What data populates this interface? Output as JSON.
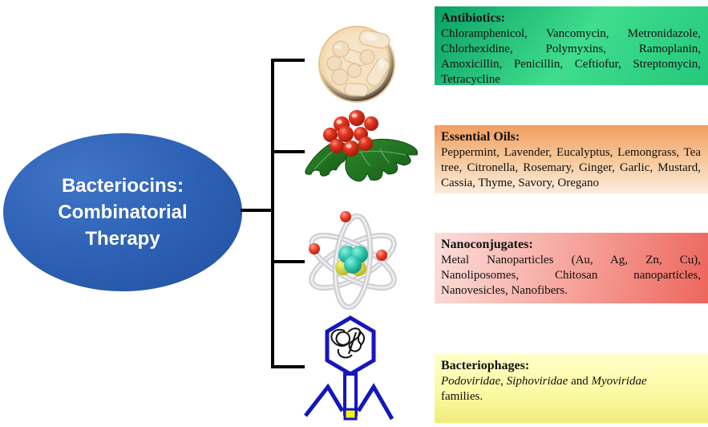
{
  "figure": {
    "type": "concept-diagram",
    "background_color": "#ffffff",
    "connector_color": "#000000"
  },
  "center": {
    "line1": "Bacteriocins:",
    "line2": "Combinatorial",
    "line3": "Therapy",
    "fill_color": "#2e63b7",
    "text_color": "#ffffff"
  },
  "boxes": {
    "antibiotics": {
      "title": "Antibiotics:",
      "body": "Chloramphenicol, Vancomycin, Metronidazole, Chlorhexidine, Polymyxins, Ramoplanin, Amoxicillin, Penicillin, Ceftiofur, Streptomycin, Tetracycline",
      "color_start": "#0aa066",
      "color_end": "#25c77b",
      "icon": "pills-dish-icon"
    },
    "essential_oils": {
      "title": "Essential Oils:",
      "body": "Peppermint, Lavender, Eucalyptus, Lemongrass, Tea tree, Citronella, Rosemary, Ginger, Garlic, Mustard, Cassia, Thyme, Savory, Oregano",
      "color_start": "#f19e61",
      "color_end": "#fcecdc",
      "icon": "berries-leaves-icon"
    },
    "nanoconjugates": {
      "title": "Nanoconjugates:",
      "body": "Metal Nanoparticles (Au, Ag, Zn, Cu), Nanoliposomes, Chitosan nanoparticles, Nanovesicles, Nanofibers.",
      "color_start": "#fcdeda",
      "color_end": "#ec665d",
      "icon": "atom-icon"
    },
    "bacteriophages": {
      "title": "Bacteriophages:",
      "body_italic_1": "Podoviridae",
      "body_sep_1": ", ",
      "body_italic_2": "Siphoviridae",
      "body_sep_2": " and ",
      "body_italic_3": "Myoviridae",
      "body_line2": "families.",
      "color_start": "#ffffc8",
      "color_end": "#efec7b",
      "icon": "bacteriophage-icon"
    }
  }
}
